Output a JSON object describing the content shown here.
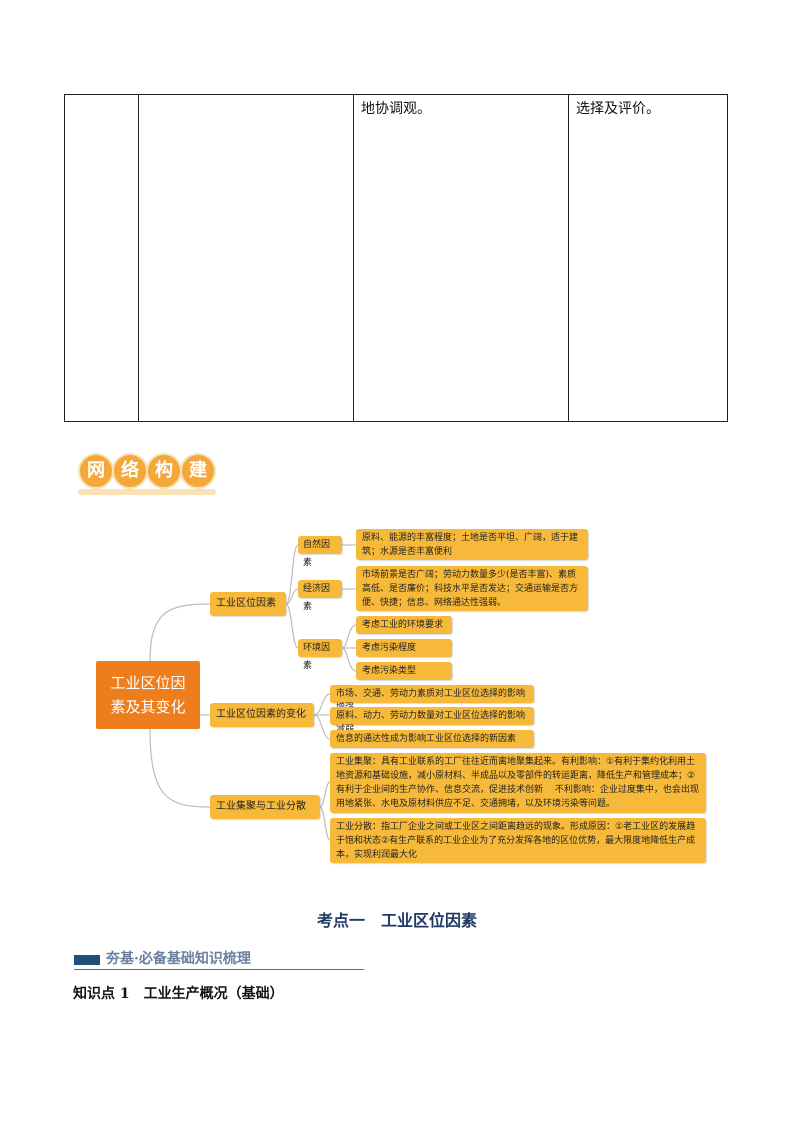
{
  "table": {
    "cells": [
      "",
      "",
      "地协调观。",
      "选择及评价。"
    ]
  },
  "badge": {
    "chars": [
      "网",
      "络",
      "构",
      "建"
    ]
  },
  "mindmap": {
    "root": [
      "工业区位因",
      "素及其变化"
    ],
    "branches": [
      {
        "label": "工业区位因素"
      },
      {
        "label": "工业区位因素的变化"
      },
      {
        "label": "工业集聚与工业分散"
      }
    ],
    "factors": [
      {
        "label": "自然因素",
        "details": [
          "原料、能源的丰富程度；土地是否平坦、广阔，适于建筑；水源是否丰富便利"
        ]
      },
      {
        "label": "经济因素",
        "details": [
          "市场前景是否广阔；劳动力数量多少(是否丰富)、素质高低、是否廉价；科技水平是否发达；交通运输是否方便、快捷；信息、网络通达性强弱。"
        ]
      },
      {
        "label": "环境因素",
        "details": [
          "考虑工业的环境要求",
          "考虑污染程度",
          "考虑污染类型"
        ]
      }
    ],
    "changes": [
      "市场、交通、劳动力素质对工业区位选择的影响增强",
      "原料、动力、劳动力数量对工业区位选择的影响减弱",
      "信息的通达性成为影响工业区位选择的新因素"
    ],
    "agglomeration": [
      "工业集聚：具有工业联系的工厂往往近而离地聚集起来。有利影响：①有利于集约化利用土地资源和基础设施，减小原材料、半成品以及零部件的转运距离，降低生产和管理成本；②有利于企业间的生产协作、信息交流，促进技术创新　 不利影响：企业过度集中，也会出现用地紧张、水电及原材料供应不足、交通拥堵，以及环境污染等问题。",
      "工业分散：指工厂企业之间或工业区之间距离趋远的现象。形成原因：①老工业区的发展趋于饱和状态②有生产联系的工业企业为了充分发挥各地的区位优势，最大限度地降低生产成本，实现利润最大化"
    ]
  },
  "section_title": "考点一　工业区位因素",
  "strip_title": "夯基·必备基础知识梳理",
  "knowledge_point": "知识点 1　工业生产概况（基础）",
  "colors": {
    "root": "#ee7d1c",
    "box": "#f7b93a",
    "badge": "#f4a83a",
    "title": "#1f3864"
  }
}
